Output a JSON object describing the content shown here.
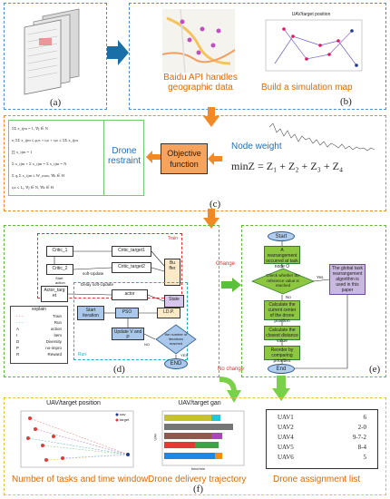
{
  "panel_a": {
    "label": "(a)"
  },
  "panel_b": {
    "label": "(b)",
    "map_caption_line1": "Baidu API handles",
    "map_caption_line2": "geographic data",
    "sim_caption": "Build a simulation map",
    "sim_chart_title": "UAV/target position"
  },
  "panel_c": {
    "label": "(c)",
    "restraint_label_line1": "Drone",
    "restraint_label_line2": "restraint",
    "objective_line1": "Objective",
    "objective_line2": "function",
    "node_weight": "Node weight",
    "formula": "minZ = Z₁ + Z₂ + Z₃ + Z₄",
    "constraints": [
      "ΣΣ x_ijm = 1,  ∀j ∈ N",
      "eᵢ ΣΣ x_ijm ≤ φᵢₘ + tᵢₘ + sᵢₘ ≤ ΣΣ x_ijm",
      "∏ x_ijm = 1",
      "Σ x_ijm + Σ x_ijm = Σ x_ijm = N",
      "Σ qᵢ Σ x_ijm ≤ W_max, ∀k ∈ H",
      "tᵢₘ ≤ Lᵢ,  ∀j ∈ N, ∀k ∈ H"
    ]
  },
  "panel_d": {
    "label": "(d)",
    "train_label": "Train",
    "run_label": "Run",
    "critic1": "Critic_1",
    "critic2": "Critic_2",
    "critic_target1": "Critic_target1",
    "critic_target2": "Critic_target2",
    "actor_target": "Actor_targ et",
    "actor": "actor",
    "buffer": "Bu ffer",
    "state": "State",
    "ldp": "LD.P.",
    "pso": "PSO",
    "start_iteration": "Start iteration",
    "update_vp": "Update V and P",
    "decision": "the number of iterations reached",
    "end": "END",
    "soft_update": "soft-Update",
    "delay_soft_update": "Delay soft-Update",
    "start_action": "Start action",
    "change": "Change",
    "no_change": "No change",
    "yes": "YES",
    "no": "NO",
    "legend_title": "explain",
    "legend_items": [
      {
        "key": "- - -",
        "val": "Train"
      },
      {
        "key": "- - -",
        "val": "Run"
      },
      {
        "key": "A",
        "val": "action"
      },
      {
        "key": "I",
        "val": "item"
      },
      {
        "key": "D",
        "val": "Diversity"
      },
      {
        "key": "P",
        "val": "no-impro"
      },
      {
        "key": "R",
        "val": "Reward"
      }
    ]
  },
  "panel_e": {
    "label": "(e)",
    "start": "Start",
    "step1": "A rearrangement occurred at task node O",
    "step2": "Check whether the reference value is reached",
    "step3": "Calculate the current center of the drone position",
    "step4": "Calculate the closest distance value",
    "step5": "Reorder by comparing priorities",
    "end": "End",
    "side": "The global task rearrangement algorithm is used in this paper",
    "yes": "Yes",
    "no": "No"
  },
  "panel_f": {
    "label": "(f)",
    "caption1": "Number of tasks and time window",
    "caption2": "Drone delivery trajectory",
    "caption3": "Drone assignment list",
    "scatter_title": "UAV/target position",
    "gantt_title": "UAV/target gan",
    "gantt_xlabel": "time/min",
    "gantt_ylabel": "UAV",
    "legend_uav": "uav",
    "legend_target": "target",
    "assignments": [
      {
        "uav": "UAV1",
        "targets": "6"
      },
      {
        "uav": "UAV2",
        "targets": "2-0"
      },
      {
        "uav": "UAV4",
        "targets": "9-7-2"
      },
      {
        "uav": "UAV5",
        "targets": "8-4"
      },
      {
        "uav": "UAV6",
        "targets": "5"
      }
    ]
  },
  "colors": {
    "blue_dash": "#4a90d9",
    "orange_dash": "#f08a24",
    "green_dash": "#5cbf3a",
    "yellow_dash": "#e8c23a",
    "caption_orange": "#e36a00",
    "arrow_blue": "#1a6fa8"
  }
}
